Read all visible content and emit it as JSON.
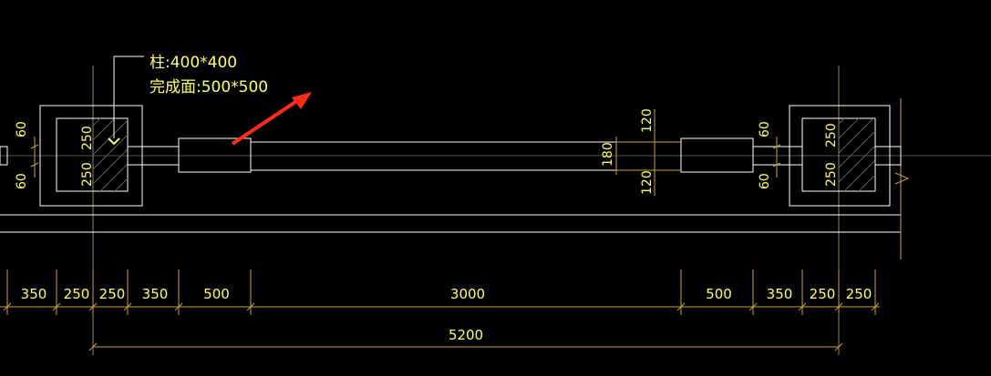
{
  "column_label": {
    "line1": "柱:400*400",
    "line2": "完成面:500*500"
  },
  "colors": {
    "background": "#000000",
    "text": "#ffff66",
    "geometry": "#ffffff",
    "dimension": "#c8a040",
    "arrow": "#ff2a1a"
  },
  "local_dims": {
    "left_col_top": "250",
    "left_col_bottom": "250",
    "right_col_top": "250",
    "right_col_bottom": "250",
    "left_gap_top": "60",
    "left_gap_bottom": "60",
    "right_gap_top": "60",
    "right_gap_bottom": "60",
    "mid_top": "120",
    "mid_center": "180",
    "mid_bottom": "120"
  },
  "bottom_dims": [
    "350",
    "250",
    "250",
    "350",
    "500",
    "3000",
    "500",
    "350",
    "250",
    "250"
  ],
  "total_dim": "5200",
  "icons": [
    "pointer-arrow-icon",
    "check-marker-icon"
  ]
}
